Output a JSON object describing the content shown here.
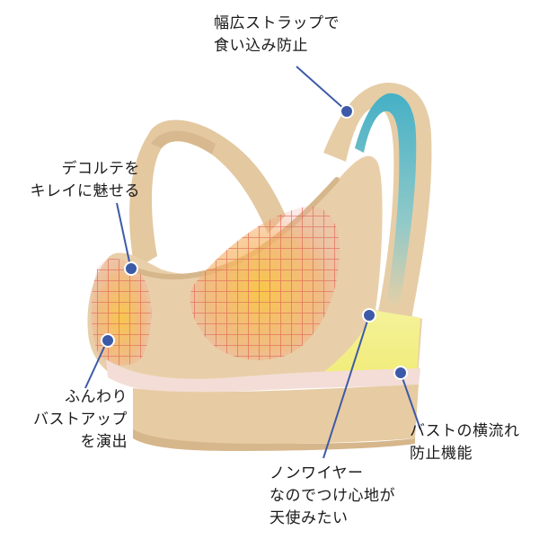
{
  "callouts": {
    "wide_strap": [
      "幅広ストラップで",
      "食い込み防止"
    ],
    "decollete": [
      "デコルテを",
      "キレイに魅せる"
    ],
    "bust_lift": [
      "ふんわり",
      "バストアップ",
      "を演出"
    ],
    "side_flow": [
      "バストの横流れ",
      "防止機能"
    ],
    "non_wire": [
      "ノンワイヤー",
      "なのでつけ心地が",
      "天使みたい"
    ]
  },
  "colors": {
    "fabric": "#e9cfa9",
    "fabric_shadow": "#d9b98e",
    "strap_inner": "#4bb3c8",
    "side_panel": "#f3f08a",
    "cup_mesh": "#e06a5a",
    "cup_glow": "#f6c24a",
    "pointer": "#3d5aa8"
  }
}
